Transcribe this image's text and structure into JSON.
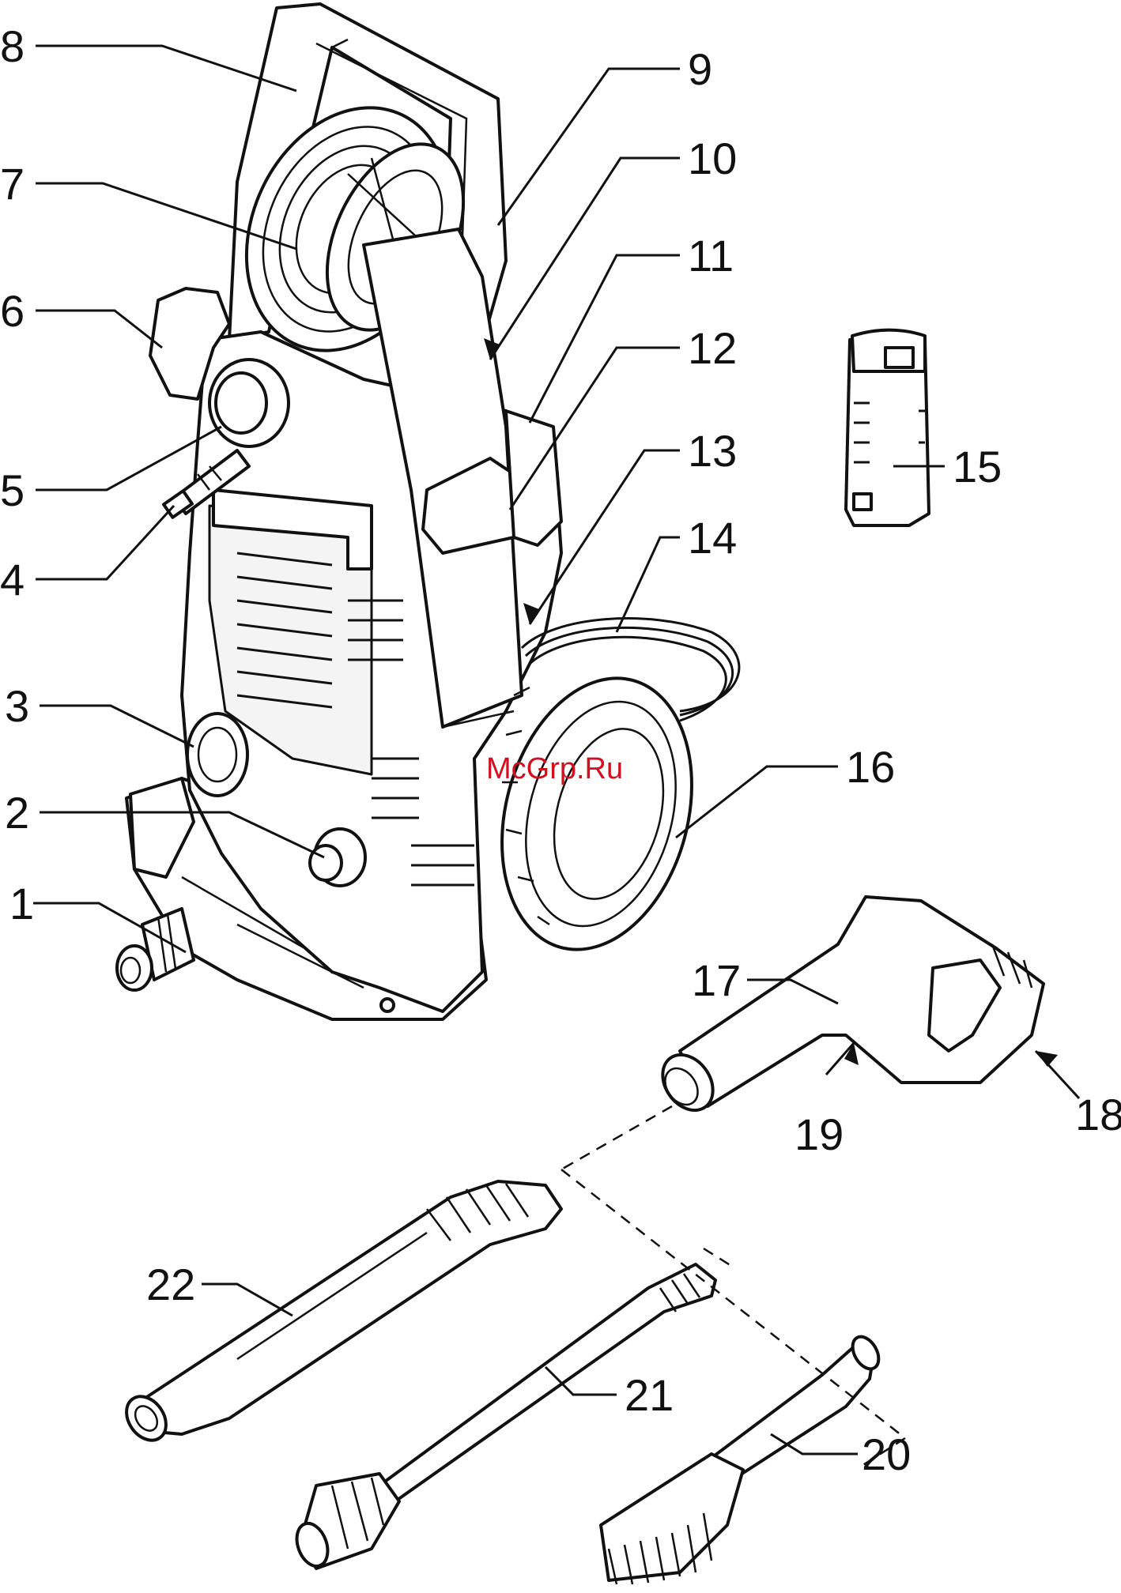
{
  "watermark": "McGrp.Ru",
  "callouts": [
    "1",
    "2",
    "3",
    "4",
    "5",
    "6",
    "7",
    "8",
    "9",
    "10",
    "11",
    "12",
    "13",
    "14",
    "15",
    "16",
    "17",
    "18",
    "19",
    "20",
    "21",
    "22"
  ]
}
